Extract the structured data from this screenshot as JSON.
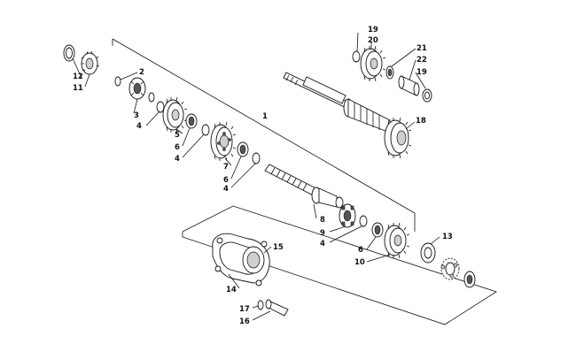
{
  "diagram": {
    "callouts": [
      "1",
      "2",
      "3",
      "4",
      "5",
      "6",
      "7",
      "8",
      "9",
      "10",
      "11",
      "12",
      "13",
      "14",
      "15",
      "16",
      "17",
      "18",
      "19",
      "20",
      "21",
      "22"
    ],
    "callout_4_repeats": [
      "4",
      "4",
      "4",
      "4"
    ],
    "callout_6_repeats": [
      "6",
      "6",
      "6"
    ],
    "callout_19_repeat": "19"
  }
}
